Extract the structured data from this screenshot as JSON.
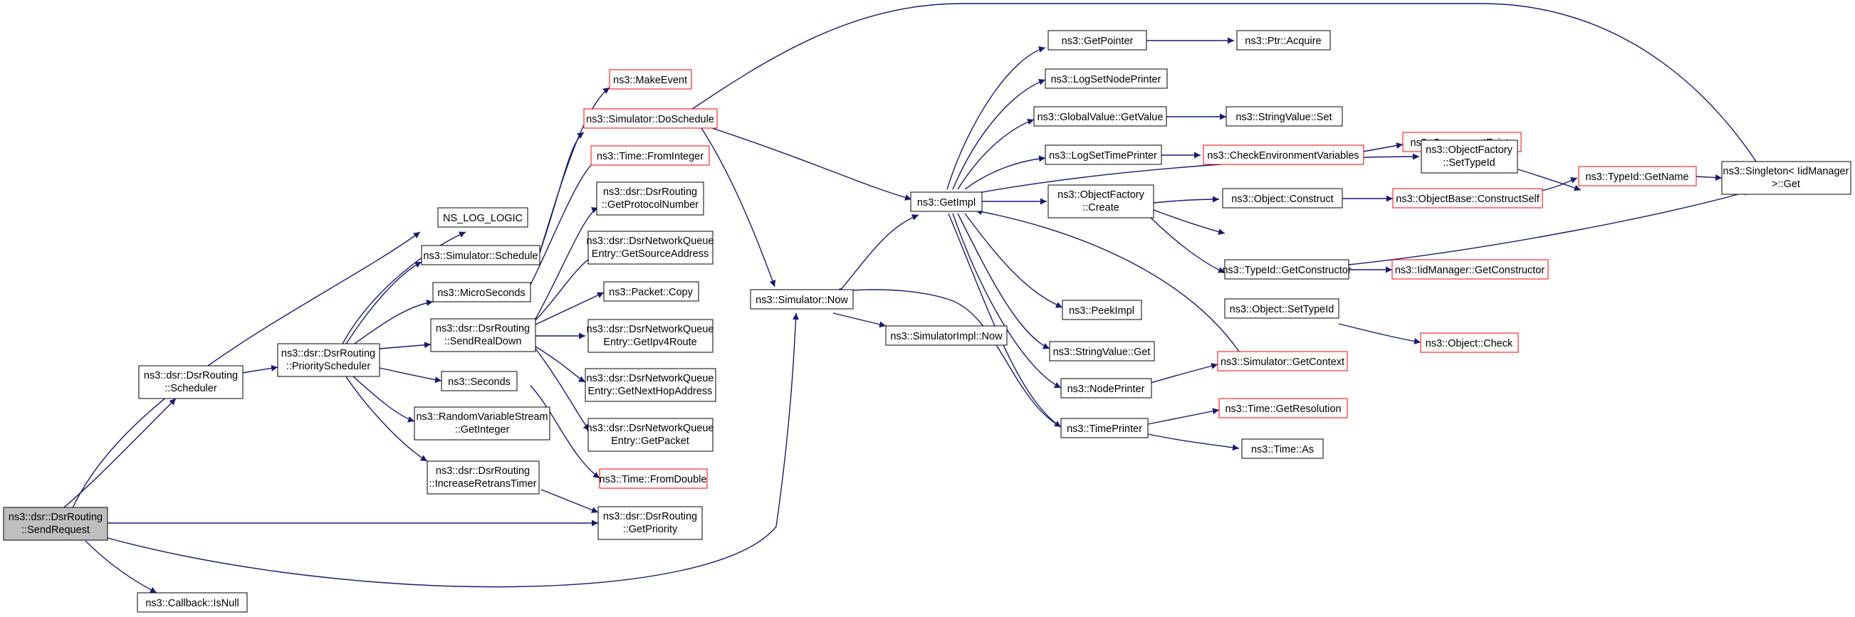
{
  "colors": {
    "edge": "#191970",
    "border_normal": "#000000",
    "border_external": "#ff0000",
    "root_fill": "#bfbfbf",
    "node_fill": "#ffffff"
  },
  "nodes": [
    {
      "id": "send_request",
      "lines": [
        "ns3::dsr::DsrRouting",
        "::SendRequest"
      ],
      "style": "root"
    },
    {
      "id": "scheduler",
      "lines": [
        "ns3::dsr::DsrRouting",
        "::Scheduler"
      ],
      "style": "normal"
    },
    {
      "id": "callback_isnull",
      "lines": [
        "ns3::Callback::IsNull"
      ],
      "style": "normal"
    },
    {
      "id": "priority_scheduler",
      "lines": [
        "ns3::dsr::DsrRouting",
        "::PriorityScheduler"
      ],
      "style": "normal"
    },
    {
      "id": "ns_log_logic",
      "lines": [
        "NS_LOG_LOGIC"
      ],
      "style": "normal"
    },
    {
      "id": "sim_schedule",
      "lines": [
        "ns3::Simulator::Schedule"
      ],
      "style": "normal"
    },
    {
      "id": "microseconds",
      "lines": [
        "ns3::MicroSeconds"
      ],
      "style": "normal"
    },
    {
      "id": "send_real_down",
      "lines": [
        "ns3::dsr::DsrRouting",
        "::SendRealDown"
      ],
      "style": "normal"
    },
    {
      "id": "seconds",
      "lines": [
        "ns3::Seconds"
      ],
      "style": "normal"
    },
    {
      "id": "rvs_getinteger",
      "lines": [
        "ns3::RandomVariableStream",
        "::GetInteger"
      ],
      "style": "normal"
    },
    {
      "id": "increase_retrans",
      "lines": [
        "ns3::dsr::DsrRouting",
        "::IncreaseRetransTimer"
      ],
      "style": "normal"
    },
    {
      "id": "get_priority",
      "lines": [
        "ns3::dsr::DsrRouting",
        "::GetPriority"
      ],
      "style": "normal"
    },
    {
      "id": "make_event",
      "lines": [
        "ns3::MakeEvent"
      ],
      "style": "external"
    },
    {
      "id": "do_schedule",
      "lines": [
        "ns3::Simulator::DoSchedule"
      ],
      "style": "external"
    },
    {
      "id": "from_integer",
      "lines": [
        "ns3::Time::FromInteger"
      ],
      "style": "external"
    },
    {
      "id": "get_protocol_number",
      "lines": [
        "ns3::dsr::DsrRouting",
        "::GetProtocolNumber"
      ],
      "style": "normal"
    },
    {
      "id": "get_source_address",
      "lines": [
        "ns3::dsr::DsrNetworkQueue",
        "Entry::GetSourceAddress"
      ],
      "style": "normal"
    },
    {
      "id": "packet_copy",
      "lines": [
        "ns3::Packet::Copy"
      ],
      "style": "normal"
    },
    {
      "id": "get_ipv4_route",
      "lines": [
        "ns3::dsr::DsrNetworkQueue",
        "Entry::GetIpv4Route"
      ],
      "style": "normal"
    },
    {
      "id": "get_next_hop",
      "lines": [
        "ns3::dsr::DsrNetworkQueue",
        "Entry::GetNextHopAddress"
      ],
      "style": "normal"
    },
    {
      "id": "get_packet",
      "lines": [
        "ns3::dsr::DsrNetworkQueue",
        "Entry::GetPacket"
      ],
      "style": "normal"
    },
    {
      "id": "from_double",
      "lines": [
        "ns3::Time::FromDouble"
      ],
      "style": "external"
    },
    {
      "id": "sim_now",
      "lines": [
        "ns3::Simulator::Now"
      ],
      "style": "normal"
    },
    {
      "id": "simimpl_now",
      "lines": [
        "ns3::SimulatorImpl::Now"
      ],
      "style": "normal"
    },
    {
      "id": "get_impl",
      "lines": [
        "ns3::GetImpl"
      ],
      "style": "normal"
    },
    {
      "id": "get_pointer",
      "lines": [
        "ns3::GetPointer"
      ],
      "style": "normal"
    },
    {
      "id": "ptr_acquire",
      "lines": [
        "ns3::Ptr::Acquire"
      ],
      "style": "normal"
    },
    {
      "id": "log_set_node_printer",
      "lines": [
        "ns3::LogSetNodePrinter"
      ],
      "style": "normal"
    },
    {
      "id": "global_value_get",
      "lines": [
        "ns3::GlobalValue::GetValue"
      ],
      "style": "normal"
    },
    {
      "id": "string_value_set",
      "lines": [
        "ns3::StringValue::Set"
      ],
      "style": "normal"
    },
    {
      "id": "log_set_time_printer",
      "lines": [
        "ns3::LogSetTimePrinter"
      ],
      "style": "normal"
    },
    {
      "id": "check_env_vars",
      "lines": [
        "ns3::CheckEnvironmentVariables"
      ],
      "style": "external"
    },
    {
      "id": "component_exists",
      "lines": [
        "ns3::ComponentExists"
      ],
      "style": "external"
    },
    {
      "id": "of_set_typeid",
      "lines": [
        "ns3::ObjectFactory",
        "::SetTypeId"
      ],
      "style": "normal"
    },
    {
      "id": "of_create",
      "lines": [
        "ns3::ObjectFactory",
        "::Create"
      ],
      "style": "normal"
    },
    {
      "id": "object_construct",
      "lines": [
        "ns3::Object::Construct"
      ],
      "style": "normal"
    },
    {
      "id": "objbase_construct_self",
      "lines": [
        "ns3::ObjectBase::ConstructSelf"
      ],
      "style": "external"
    },
    {
      "id": "typeid_getname",
      "lines": [
        "ns3::TypeId::GetName"
      ],
      "style": "external"
    },
    {
      "id": "singleton_get",
      "lines": [
        "ns3::Singleton< IidManager",
        ">::Get"
      ],
      "style": "normal"
    },
    {
      "id": "typeid_get_constructor",
      "lines": [
        "ns3::TypeId::GetConstructor"
      ],
      "style": "normal"
    },
    {
      "id": "iid_get_constructor",
      "lines": [
        "ns3::IidManager::GetConstructor"
      ],
      "style": "external"
    },
    {
      "id": "object_set_typeid",
      "lines": [
        "ns3::Object::SetTypeId"
      ],
      "style": "normal"
    },
    {
      "id": "object_check",
      "lines": [
        "ns3::Object::Check"
      ],
      "style": "external"
    },
    {
      "id": "peek_impl",
      "lines": [
        "ns3::PeekImpl"
      ],
      "style": "normal"
    },
    {
      "id": "string_value_get",
      "lines": [
        "ns3::StringValue::Get"
      ],
      "style": "normal"
    },
    {
      "id": "node_printer",
      "lines": [
        "ns3::NodePrinter"
      ],
      "style": "normal"
    },
    {
      "id": "sim_get_context",
      "lines": [
        "ns3::Simulator::GetContext"
      ],
      "style": "external"
    },
    {
      "id": "time_printer",
      "lines": [
        "ns3::TimePrinter"
      ],
      "style": "normal"
    },
    {
      "id": "time_get_resolution",
      "lines": [
        "ns3::Time::GetResolution"
      ],
      "style": "external"
    },
    {
      "id": "time_as",
      "lines": [
        "ns3::Time::As"
      ],
      "style": "normal"
    }
  ]
}
